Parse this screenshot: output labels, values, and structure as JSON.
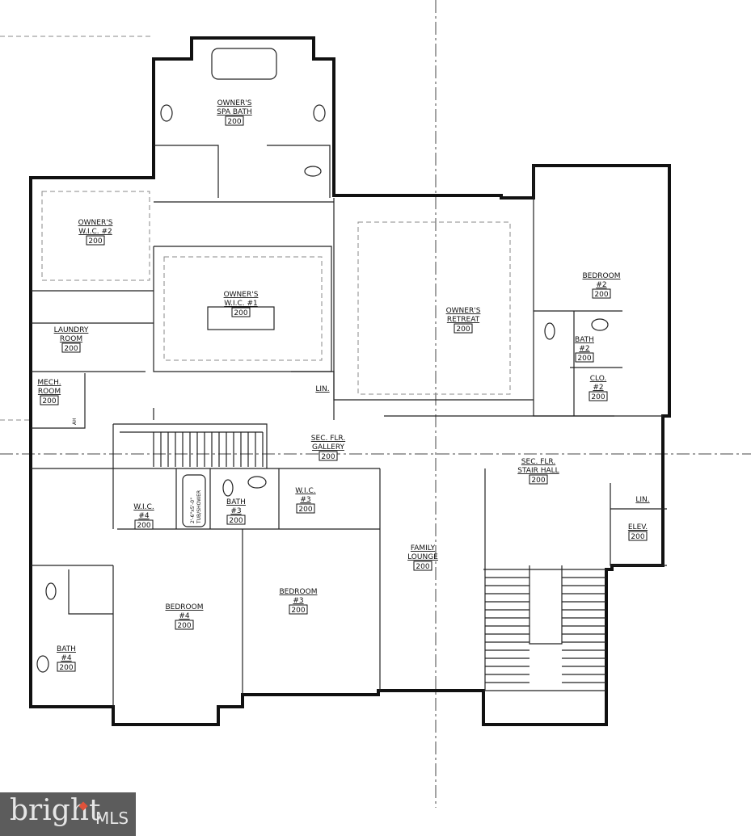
{
  "rooms": [
    {
      "id": "spa-bath",
      "l1": "OWNER'S",
      "l2": "SPA BATH",
      "n": "200"
    },
    {
      "id": "wic2",
      "l1": "OWNER'S",
      "l2": "W.I.C. #2",
      "n": "200"
    },
    {
      "id": "wic1",
      "l1": "OWNER'S",
      "l2": "W.I.C. #1",
      "n": "200"
    },
    {
      "id": "retreat",
      "l1": "OWNER'S",
      "l2": "RETREAT",
      "n": "200"
    },
    {
      "id": "bedroom2",
      "l1": "BEDROOM",
      "l2": "#2",
      "n": "200"
    },
    {
      "id": "bath2",
      "l1": "BATH",
      "l2": "#2",
      "n": "200"
    },
    {
      "id": "clo2",
      "l1": "CLO.",
      "l2": "#2",
      "n": "200"
    },
    {
      "id": "laundry",
      "l1": "LAUNDRY",
      "l2": "ROOM",
      "n": "200"
    },
    {
      "id": "mech",
      "l1": "MECH.",
      "l2": "ROOM",
      "n": "200"
    },
    {
      "id": "gallery",
      "l1": "SEC. FLR.",
      "l2": "GALLERY",
      "n": "200"
    },
    {
      "id": "stairhall",
      "l1": "SEC. FLR.",
      "l2": "STAIR HALL",
      "n": "200"
    },
    {
      "id": "elev",
      "l1": "ELEV.",
      "l2": "",
      "n": "200"
    },
    {
      "id": "wic4",
      "l1": "W.I.C.",
      "l2": "#4",
      "n": "200"
    },
    {
      "id": "bath3",
      "l1": "BATH",
      "l2": "#3",
      "n": "200"
    },
    {
      "id": "wic3",
      "l1": "W.I.C.",
      "l2": "#3",
      "n": "200"
    },
    {
      "id": "lounge",
      "l1": "FAMILY",
      "l2": "LOUNGE",
      "n": "200"
    },
    {
      "id": "bedroom3",
      "l1": "BEDROOM",
      "l2": "#3",
      "n": "200"
    },
    {
      "id": "bedroom4",
      "l1": "BEDROOM",
      "l2": "#4",
      "n": "200"
    },
    {
      "id": "bath4",
      "l1": "BATH",
      "l2": "#4",
      "n": "200"
    }
  ],
  "lin1": "LIN.",
  "lin2": "LIN.",
  "tub_dim": "2'-6\"x5'-0\"",
  "tub_label": "TUB/SHOWER",
  "ah": "AH",
  "logo": {
    "brand": "bright",
    "suffix": "MLS"
  }
}
